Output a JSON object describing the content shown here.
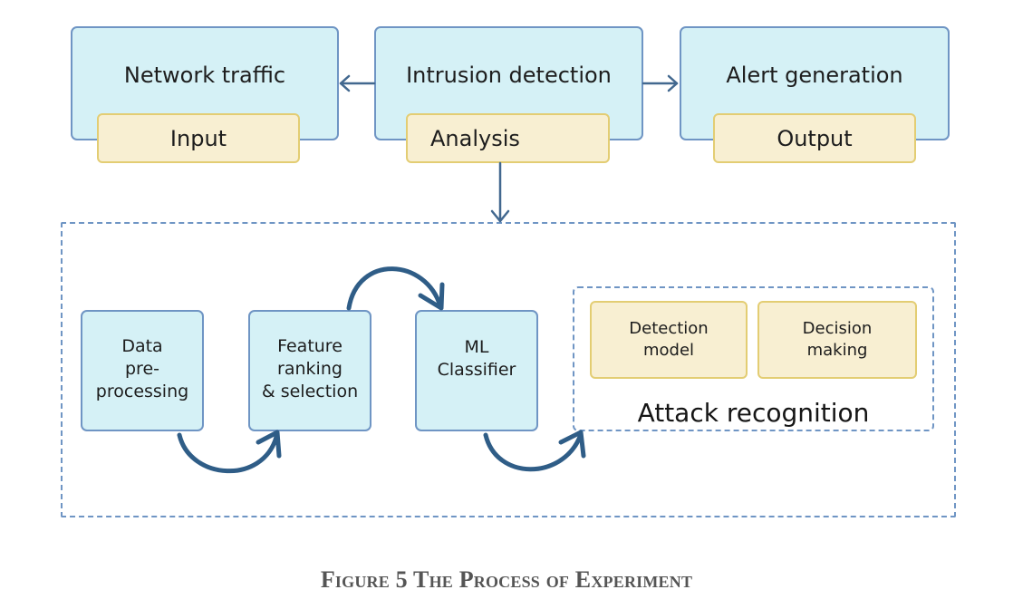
{
  "top_row": {
    "network_traffic": {
      "title": "Network traffic",
      "tag": "Input"
    },
    "intrusion_detection": {
      "title": "Intrusion detection",
      "tag": "Analysis"
    },
    "alert_generation": {
      "title": "Alert generation",
      "tag": "Output"
    }
  },
  "pipeline": {
    "data_preprocessing": [
      "Data",
      "pre-",
      "processing"
    ],
    "feature_selection": [
      "Feature",
      "ranking",
      "& selection"
    ],
    "ml_classifier": [
      "ML",
      "Classifier"
    ]
  },
  "attack_recognition": {
    "title": "Attack recognition",
    "detection_model": [
      "Detection",
      "model"
    ],
    "decision_making": [
      "Decision",
      "making"
    ]
  },
  "caption": "Figure 5 The Process of Experiment",
  "colors": {
    "box_fill": "#d5f1f6",
    "box_border": "#6f95c4",
    "tag_fill": "#f8efd2",
    "tag_border": "#e3cd73",
    "arrow": "#335f8a"
  }
}
